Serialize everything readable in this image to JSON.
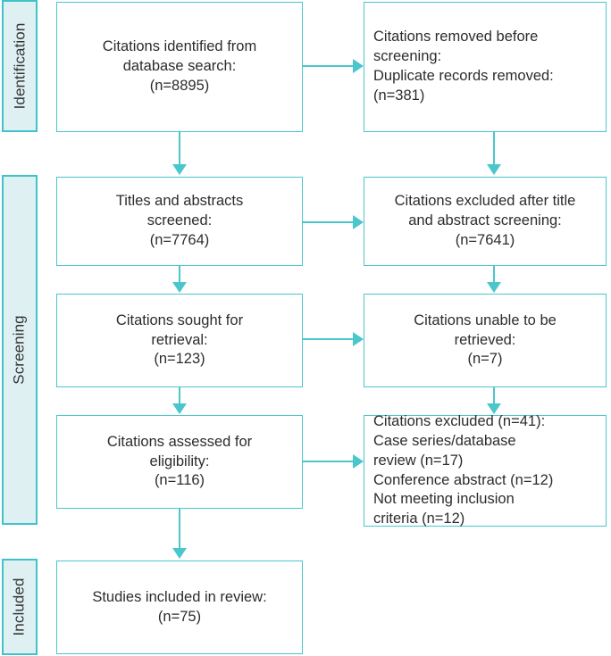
{
  "diagram": {
    "type": "prisma-flow-diagram",
    "accent_color": "#4ac6cc",
    "tab_fill_color": "#dff0f3",
    "text_color": "#2c2c2c",
    "background_color": "#ffffff"
  },
  "stages": [
    {
      "id": "identification",
      "label": "Identification"
    },
    {
      "id": "screening",
      "label": "Screening"
    },
    {
      "id": "included",
      "label": "Included"
    }
  ],
  "boxes": {
    "identified": {
      "text": "Citations identified from\ndatabase search:\n(n=8895)",
      "count": 8895,
      "align": "center"
    },
    "removed_before_screening": {
      "text": "Citations removed before\nscreening:\n  Duplicate records removed:\n   (n=381)",
      "count": 381,
      "align": "left"
    },
    "titles_abstracts_screened": {
      "text": "Titles and abstracts\nscreened:\n(n=7764)",
      "count": 7764,
      "align": "center"
    },
    "excluded_after_title_abstract": {
      "text": "Citations excluded after title\nand abstract screening:\n(n=7641)",
      "count": 7641,
      "align": "center"
    },
    "sought_for_retrieval": {
      "text": "Citations sought for\nretrieval:\n(n=123)",
      "count": 123,
      "align": "center"
    },
    "unable_to_retrieve": {
      "text": "Citations unable to be\nretrieved:\n(n=7)",
      "count": 7,
      "align": "center"
    },
    "assessed_for_eligibility": {
      "text": "Citations assessed for\neligibility:\n(n=116)",
      "count": 116,
      "align": "center"
    },
    "excluded_with_reasons": {
      "text": "Citations excluded (n=41):\n  Case series/database\n   review (n=17)\n  Conference abstract (n=12)\n  Not meeting inclusion\n   criteria (n=12)",
      "count": 41,
      "reasons": [
        {
          "label": "Case series/database review",
          "count": 17
        },
        {
          "label": "Conference abstract",
          "count": 12
        },
        {
          "label": "Not meeting inclusion criteria",
          "count": 12
        }
      ],
      "align": "left"
    },
    "included_in_review": {
      "text": "Studies included in review:\n(n=75)",
      "count": 75,
      "align": "center"
    }
  }
}
